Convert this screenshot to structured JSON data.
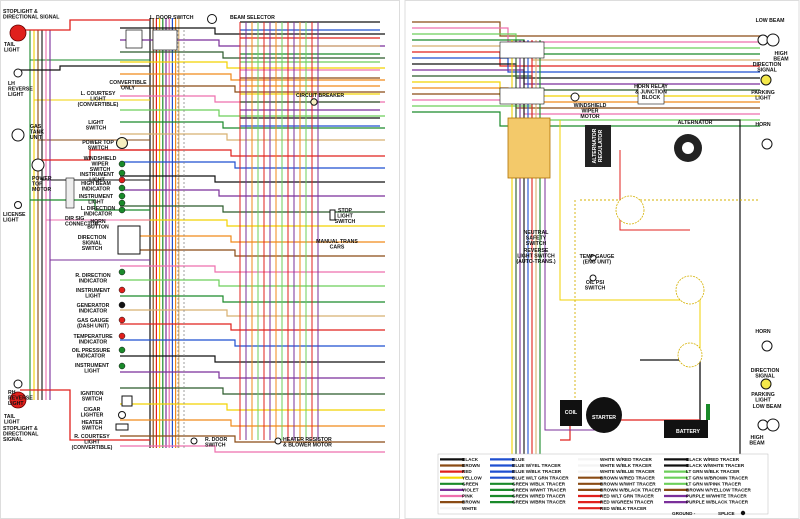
{
  "left_labels": [
    {
      "id": "stoplight-top",
      "lines": [
        "STOPLIGHT &",
        "DIRECTIONAL SIGNAL"
      ]
    },
    {
      "id": "tail-light-top",
      "lines": [
        "TAIL",
        "LIGHT"
      ]
    },
    {
      "id": "lh-reverse",
      "lines": [
        "LH",
        "REVERSE",
        "LIGHT"
      ]
    },
    {
      "id": "gas-tank",
      "lines": [
        "GAS",
        "TANK",
        "UNIT"
      ]
    },
    {
      "id": "power-top-motor",
      "lines": [
        "POWER",
        "TOP",
        "MOTOR"
      ]
    },
    {
      "id": "license-light",
      "lines": [
        "LICENSE",
        "LIGHT"
      ]
    },
    {
      "id": "dir-sig-conn",
      "lines": [
        "DIR SIG",
        "CONNECTOR"
      ]
    },
    {
      "id": "rh-reverse",
      "lines": [
        "RH",
        "REVERSE",
        "LIGHT"
      ]
    },
    {
      "id": "tail-light-bottom",
      "lines": [
        "TAIL",
        "LIGHT"
      ]
    },
    {
      "id": "stoplight-bottom",
      "lines": [
        "STOPLIGHT &",
        "DIRECTIONAL",
        "SIGNAL"
      ]
    }
  ],
  "dash_labels": [
    {
      "id": "l-door-switch",
      "lines": [
        "L. DOOR SWITCH"
      ]
    },
    {
      "id": "beam-selector",
      "lines": [
        "BEAM SELECTOR"
      ]
    },
    {
      "id": "convertible-only",
      "lines": [
        "CONVERTIBLE",
        "ONLY"
      ]
    },
    {
      "id": "l-courtesy",
      "lines": [
        "L. COURTESY",
        "LIGHT",
        "(CONVERTIBLE)"
      ]
    },
    {
      "id": "light-switch",
      "lines": [
        "LIGHT",
        "SWITCH"
      ]
    },
    {
      "id": "power-top-switch",
      "lines": [
        "POWER TOP",
        "SWITCH"
      ]
    },
    {
      "id": "windshield-wiper-switch",
      "lines": [
        "WINDSHIELD",
        "WIPER",
        "SWITCH"
      ]
    },
    {
      "id": "instrument-light-1",
      "lines": [
        "INSTRUMENT",
        "LIGHT"
      ]
    },
    {
      "id": "high-beam-ind",
      "lines": [
        "HIGH BEAM",
        "INDICATOR"
      ]
    },
    {
      "id": "instrument-light-2",
      "lines": [
        "INSTRUMENT",
        "LIGHT"
      ]
    },
    {
      "id": "l-direction-ind",
      "lines": [
        "L. DIRECTION",
        "INDICATOR"
      ]
    },
    {
      "id": "horn-button",
      "lines": [
        "HORN",
        "BUTTON"
      ]
    },
    {
      "id": "direction-signal-switch",
      "lines": [
        "DIRECTION",
        "SIGNAL",
        "SWITCH"
      ]
    },
    {
      "id": "r-direction-ind",
      "lines": [
        "R. DIRECTION",
        "INDICATOR"
      ]
    },
    {
      "id": "instrument-light-3",
      "lines": [
        "INSTRUMENT",
        "LIGHT"
      ]
    },
    {
      "id": "generator-ind",
      "lines": [
        "GENERATOR",
        "INDICATOR"
      ]
    },
    {
      "id": "gas-gauge",
      "lines": [
        "GAS GAUGE",
        "(DASH UNIT)"
      ]
    },
    {
      "id": "temperature-ind",
      "lines": [
        "TEMPERATURE",
        "INDICATOR"
      ]
    },
    {
      "id": "oil-pressure-ind",
      "lines": [
        "OIL PRESSURE",
        "INDICATOR"
      ]
    },
    {
      "id": "instrument-light-4",
      "lines": [
        "INSTRUMENT",
        "LIGHT"
      ]
    },
    {
      "id": "ignition-switch",
      "lines": [
        "IGNITION",
        "SWITCH"
      ]
    },
    {
      "id": "cigar-lighter",
      "lines": [
        "CIGAR",
        "LIGHTER"
      ]
    },
    {
      "id": "heater-switch",
      "lines": [
        "HEATER",
        "SWITCH"
      ]
    },
    {
      "id": "r-courtesy",
      "lines": [
        "R. COURTESY",
        "LIGHT",
        "(CONVERTIBLE)"
      ]
    },
    {
      "id": "r-door-switch",
      "lines": [
        "R. DOOR",
        "SWITCH"
      ]
    },
    {
      "id": "heater-resistor",
      "lines": [
        "HEATER RESISTOR",
        "& BLOWER MOTOR"
      ]
    },
    {
      "id": "circuit-breaker",
      "lines": [
        "CIRCUIT BREAKER"
      ]
    },
    {
      "id": "stop-light-switch",
      "lines": [
        "STOP",
        "LIGHT",
        "SWITCH"
      ]
    },
    {
      "id": "manual-trans",
      "lines": [
        "MANUAL TRANS",
        "CARS"
      ]
    }
  ],
  "engine_labels": [
    {
      "id": "windshield-wiper-motor",
      "lines": [
        "WINDSHIELD",
        "WIPER",
        "MOTOR"
      ]
    },
    {
      "id": "horn-relay",
      "lines": [
        "HORN RELAY",
        "& JUNCTION",
        "BLOCK"
      ]
    },
    {
      "id": "alternator",
      "lines": [
        "ALTERNATOR"
      ]
    },
    {
      "id": "alternator-regulator",
      "lines": [
        "ALTERNATOR",
        "REGULATOR"
      ]
    },
    {
      "id": "neutral-safety",
      "lines": [
        "NEUTRAL",
        "SAFETY",
        "SWITCH"
      ]
    },
    {
      "id": "reverse-light-switch",
      "lines": [
        "REVERSE",
        "LIGHT SWITCH",
        "(AUTO-TRANS.)"
      ]
    },
    {
      "id": "temp-gauge",
      "lines": [
        "TEMP GAUGE",
        "(ENG UNIT)"
      ]
    },
    {
      "id": "oil-psi",
      "lines": [
        "OIL PSI",
        "SWITCH"
      ]
    },
    {
      "id": "coil",
      "lines": [
        "COIL"
      ]
    },
    {
      "id": "starter",
      "lines": [
        "STARTER"
      ]
    },
    {
      "id": "battery",
      "lines": [
        "BATTERY"
      ]
    }
  ],
  "right_labels": [
    {
      "id": "low-beam-top",
      "lines": [
        "LOW BEAM"
      ]
    },
    {
      "id": "high-beam-top",
      "lines": [
        "HIGH",
        "BEAM"
      ]
    },
    {
      "id": "direction-signal-top",
      "lines": [
        "DIRECTION",
        "SIGNAL"
      ]
    },
    {
      "id": "parking-light-top",
      "lines": [
        "PARKING",
        "LIGHT"
      ]
    },
    {
      "id": "horn-top",
      "lines": [
        "HORN"
      ]
    },
    {
      "id": "horn-bottom",
      "lines": [
        "HORN"
      ]
    },
    {
      "id": "direction-signal-bottom",
      "lines": [
        "DIRECTION",
        "SIGNAL"
      ]
    },
    {
      "id": "parking-light-bottom",
      "lines": [
        "PARKING",
        "LIGHT"
      ]
    },
    {
      "id": "low-beam-bottom",
      "lines": [
        "LOW BEAM"
      ]
    },
    {
      "id": "high-beam-bottom",
      "lines": [
        "HIGH",
        "BEAM"
      ]
    }
  ],
  "legend": {
    "col1": [
      "BLACK",
      "BROWN",
      "RED",
      "YELLOW",
      "GREEN",
      "VIOLET",
      "PINK",
      "BROWN",
      "WHITE"
    ],
    "col2": [
      "BLUE",
      "BLUE W/YEL TRACER",
      "BLUE W/BLK TRACER",
      "BLUE W/LT GRN TRACER",
      "GREEN W/BLK TRACER",
      "GREEN W/WHT TRACER",
      "GREEN W/RED TRACER",
      "GREEN W/BRN TRACER"
    ],
    "col3": [
      "WHITE W/RED TRACER",
      "WHITE W/BLK TRACER",
      "WHITE W/BLUE TRACER",
      "BROWN W/RED TRACER",
      "BROWN W/WHT TRACER",
      "BROWN W/BLACK TRACER",
      "RED W/LT GRN TRACER",
      "RED W/GREEN TRACER",
      "RED W/BLK TRACER"
    ],
    "col4": [
      "BLACK W/RED TRACER",
      "BLACK W/WHITE TRACER",
      "LT GRN W/BLK TRACER",
      "LT GRN W/BROWN TRACER",
      "LT GRN W/PINK TRACER",
      "BROWN W/YELLOW TRACER",
      "PURPLE W/WHITE TRACER",
      "PURPLE W/BLACK TRACER"
    ],
    "colors1": [
      "#111111",
      "#8a4b14",
      "#e0201c",
      "#f4d800",
      "#1a8a2a",
      "#7a2f9a",
      "#ee6fae",
      "#8a4b14",
      "#f4f4f4"
    ],
    "colors2": [
      "#1f4fd0",
      "#1f4fd0",
      "#1f4fd0",
      "#1f4fd0",
      "#1a8a2a",
      "#1a8a2a",
      "#1a8a2a",
      "#1a8a2a"
    ],
    "colors3": [
      "#f4f4f4",
      "#f4f4f4",
      "#f4f4f4",
      "#8a4b14",
      "#8a4b14",
      "#8a4b14",
      "#e0201c",
      "#e0201c",
      "#e0201c"
    ],
    "colors4": [
      "#111111",
      "#111111",
      "#6ccf5a",
      "#6ccf5a",
      "#6ccf5a",
      "#8a4b14",
      "#7a2f9a",
      "#7a2f9a"
    ],
    "ground": "GROUND -",
    "splice": "SPLICE"
  }
}
